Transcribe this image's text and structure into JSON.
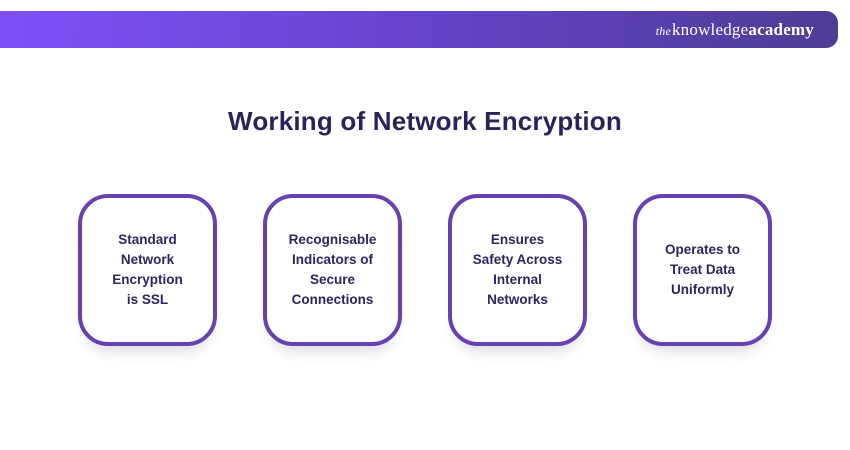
{
  "brand": {
    "the": "the",
    "knowledge": "knowledge",
    "academy": "academy"
  },
  "title": "Working of Network Encryption",
  "cards": [
    {
      "text": "Standard\nNetwork\nEncryption\nis SSL"
    },
    {
      "text": "Recognisable\nIndicators of\nSecure\nConnections"
    },
    {
      "text": "Ensures\nSafety Across\nInternal\nNetworks"
    },
    {
      "text": "Operates to\nTreat Data\nUniformly"
    }
  ],
  "colors": {
    "banner_gradient_start": "#7e50fb",
    "banner_gradient_end": "#4e3c95",
    "title_text": "#2a2259",
    "card_border": "#6940b2",
    "card_text": "#2e2560",
    "background": "#ffffff",
    "logo_text": "#ffffff"
  }
}
